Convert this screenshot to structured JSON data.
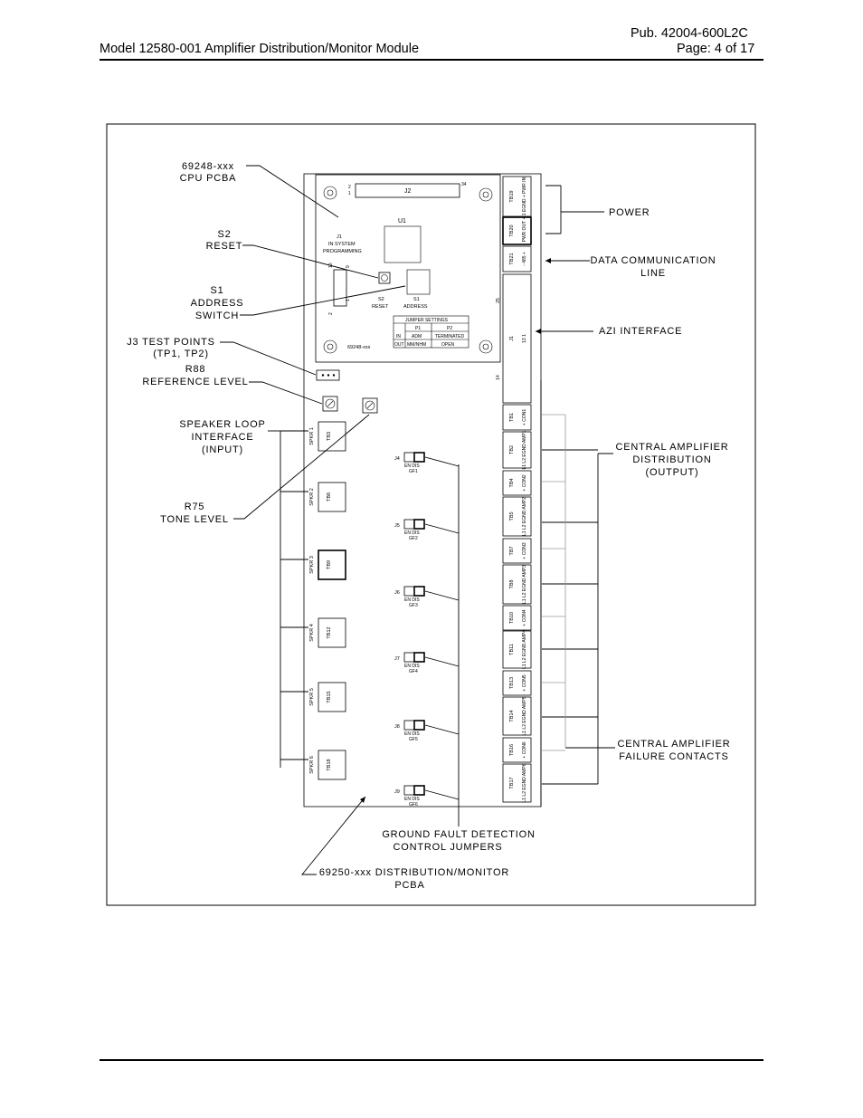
{
  "header": {
    "pub": "Pub.  42004-600L2C",
    "title": "Model 12580-001 Amplifier Distribution/Monitor Module",
    "page": "Page: 4 of 17"
  },
  "callouts": {
    "cpu_pcba": [
      "69248-xxx",
      "CPU PCBA"
    ],
    "s2_reset": [
      "S2",
      "RESET"
    ],
    "s1_address": [
      "S1",
      "ADDRESS",
      "SWITCH"
    ],
    "j3_test_points": [
      "J3 TEST POINTS",
      "(TP1, TP2)"
    ],
    "r88": [
      "R88",
      "REFERENCE LEVEL"
    ],
    "speaker_loop": [
      "SPEAKER LOOP",
      "INTERFACE",
      "(INPUT)"
    ],
    "r75": [
      "R75",
      "TONE LEVEL"
    ],
    "power": [
      "POWER"
    ],
    "data_comm": [
      "DATA COMMUNICATION",
      "LINE"
    ],
    "azi": [
      "AZI INTERFACE"
    ],
    "central_amp": [
      "CENTRAL AMPLIFIER",
      "DISTRIBUTION",
      "(OUTPUT)"
    ],
    "central_fail": [
      "CENTRAL AMPLIFIER",
      "FAILURE CONTACTS"
    ],
    "gf_jumpers": [
      "GROUND FAULT DETECTION",
      "CONTROL JUMPERS"
    ],
    "dist_pcba": [
      "69250-xxx DISTRIBUTION/MONITOR",
      "PCBA"
    ]
  },
  "cpu_board": {
    "j2": "J2",
    "j2_pin_left_top": "2",
    "j2_pin_left_bottom": "1",
    "j2_pin_right": "34",
    "u1": "U1",
    "j1": [
      "J1",
      "IN SYSTEM",
      "PROGRAMMING"
    ],
    "j1_pins": [
      "10",
      "9",
      "2",
      "1"
    ],
    "s2": [
      "S2",
      "RESET"
    ],
    "s1": [
      "S1",
      "ADDRESS"
    ],
    "board_id": "69248-xxx",
    "jumper_table": {
      "title": "JUMPER SETTINGS",
      "header": [
        "",
        "P1",
        "P2"
      ],
      "rows": [
        [
          "IN",
          "ADM",
          "TERMINATED"
        ],
        [
          "OUT",
          "MM/NHM",
          "OPEN"
        ]
      ]
    }
  },
  "right_terminals": [
    {
      "id": "TB19",
      "pins": "1 EGND  + PWR IN"
    },
    {
      "id": "TB20",
      "pins": "- PWR OUT  +"
    },
    {
      "id": "TB21",
      "pins": "- 485  +"
    },
    {
      "id": "J1",
      "pins": "13  1",
      "pin_top": "25",
      "pin_bottom": "14"
    },
    {
      "id": "TB1",
      "pins": "+ CON1"
    },
    {
      "id": "TB2",
      "pins": "L1 L2 EGND AMP1"
    },
    {
      "id": "TB4",
      "pins": "+ CON2"
    },
    {
      "id": "TB5",
      "pins": "L1 L2 EGND AMP2"
    },
    {
      "id": "TB7",
      "pins": "+ CON3"
    },
    {
      "id": "TB8",
      "pins": "L1 L2 EGND AMP3"
    },
    {
      "id": "TB10",
      "pins": "+ CON4"
    },
    {
      "id": "TB11",
      "pins": "L1 L2 EGND AMP4"
    },
    {
      "id": "TB13",
      "pins": "+ CON5"
    },
    {
      "id": "TB14",
      "pins": "L1 L2 EGND AMP5"
    },
    {
      "id": "TB16",
      "pins": "+ CON6"
    },
    {
      "id": "TB17",
      "pins": "L1 L2 EGND AMP6"
    }
  ],
  "speakers": [
    {
      "label": "SPKR 1",
      "tb": "TB3"
    },
    {
      "label": "SPKR 2",
      "tb": "TB6"
    },
    {
      "label": "SPKR 3",
      "tb": "TB9"
    },
    {
      "label": "SPKR 4",
      "tb": "TB12"
    },
    {
      "label": "SPKR 5",
      "tb": "TB15"
    },
    {
      "label": "SPKR 6",
      "tb": "TB18"
    }
  ],
  "gf_jumper_labels": [
    {
      "j": "J4",
      "en_dis": "EN DIS",
      "gf": "GF1"
    },
    {
      "j": "J5",
      "en_dis": "EN DIS",
      "gf": "GF2"
    },
    {
      "j": "J6",
      "en_dis": "EN DIS",
      "gf": "GF3"
    },
    {
      "j": "J7",
      "en_dis": "EN DIS",
      "gf": "GF4"
    },
    {
      "j": "J8",
      "en_dis": "EN DIS",
      "gf": "GF5"
    },
    {
      "j": "J9",
      "en_dis": "EN DIS",
      "gf": "GF6"
    }
  ]
}
